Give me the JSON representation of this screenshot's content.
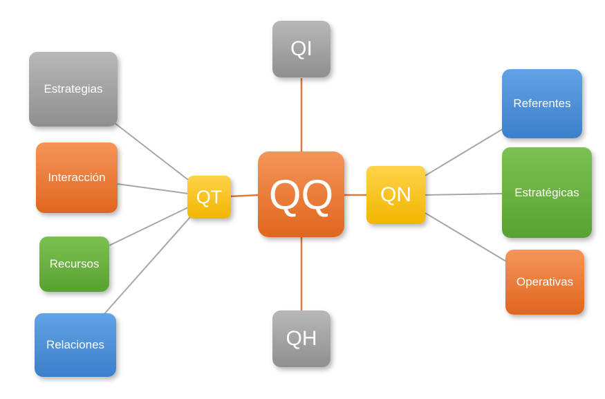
{
  "center": {
    "label": "QQ"
  },
  "top": {
    "label": "QI"
  },
  "bottom": {
    "label": "QH"
  },
  "left_hub": {
    "label": "QT"
  },
  "right_hub": {
    "label": "QN"
  },
  "left_items": [
    {
      "label": "Estrategias",
      "color": "#a6a6a6"
    },
    {
      "label": "Interacción",
      "color": "#ed7d31"
    },
    {
      "label": "Recursos",
      "color": "#70ad47"
    },
    {
      "label": "Relaciones",
      "color": "#4a90d9"
    }
  ],
  "right_items": [
    {
      "label": "Referentes",
      "color": "#4a90d9"
    },
    {
      "label": "Estratégicas",
      "color": "#70ad47"
    },
    {
      "label": "Operativas",
      "color": "#ed7d31"
    }
  ],
  "colors": {
    "center_links": "#e07a3a",
    "leaf_links": "#a6a6a6",
    "hub": "#ffc000"
  }
}
